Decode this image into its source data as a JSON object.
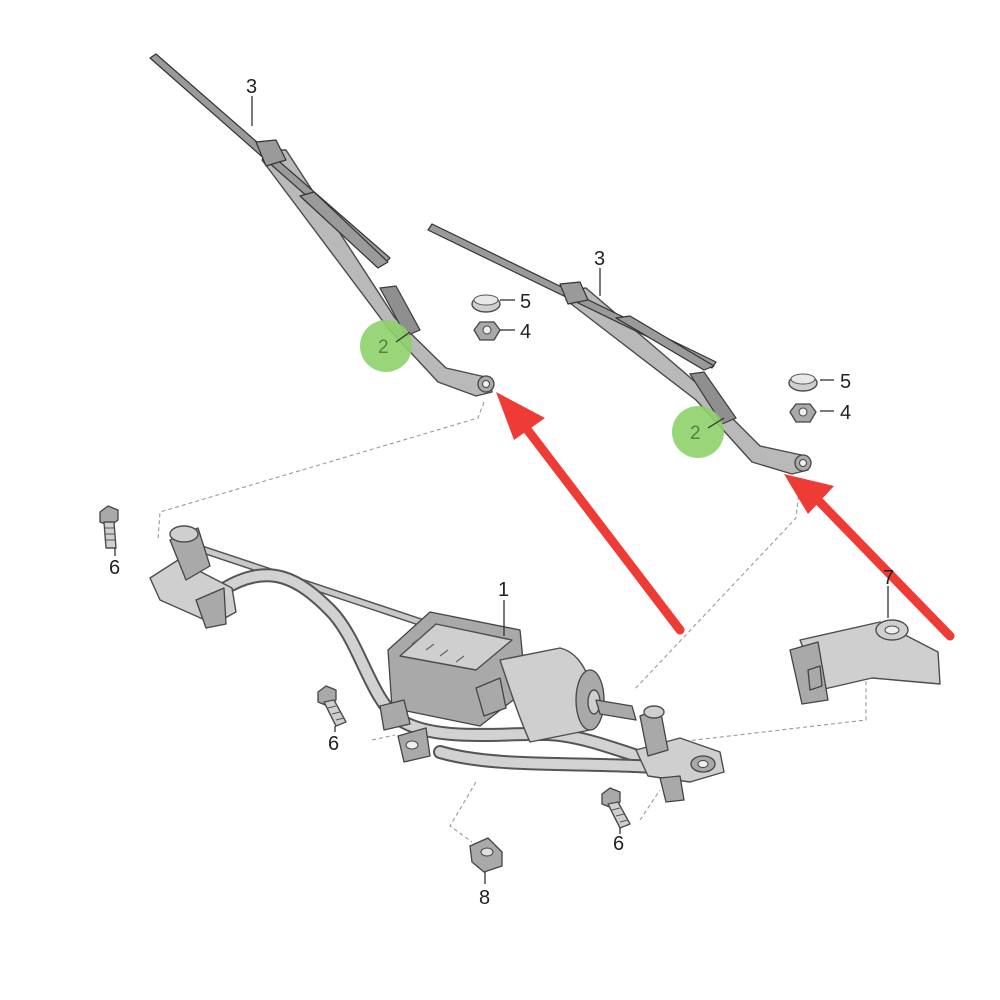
{
  "diagram": {
    "callouts": {
      "c1": "1",
      "c2a": "2",
      "c2b": "2",
      "c3a": "3",
      "c3b": "3",
      "c4a": "4",
      "c4b": "4",
      "c5a": "5",
      "c5b": "5",
      "c6a": "6",
      "c6b": "6",
      "c6c": "6",
      "c7": "7",
      "c8": "8"
    },
    "highlight_color": "#8ed26a",
    "arrow_color": "#ef3b36"
  }
}
